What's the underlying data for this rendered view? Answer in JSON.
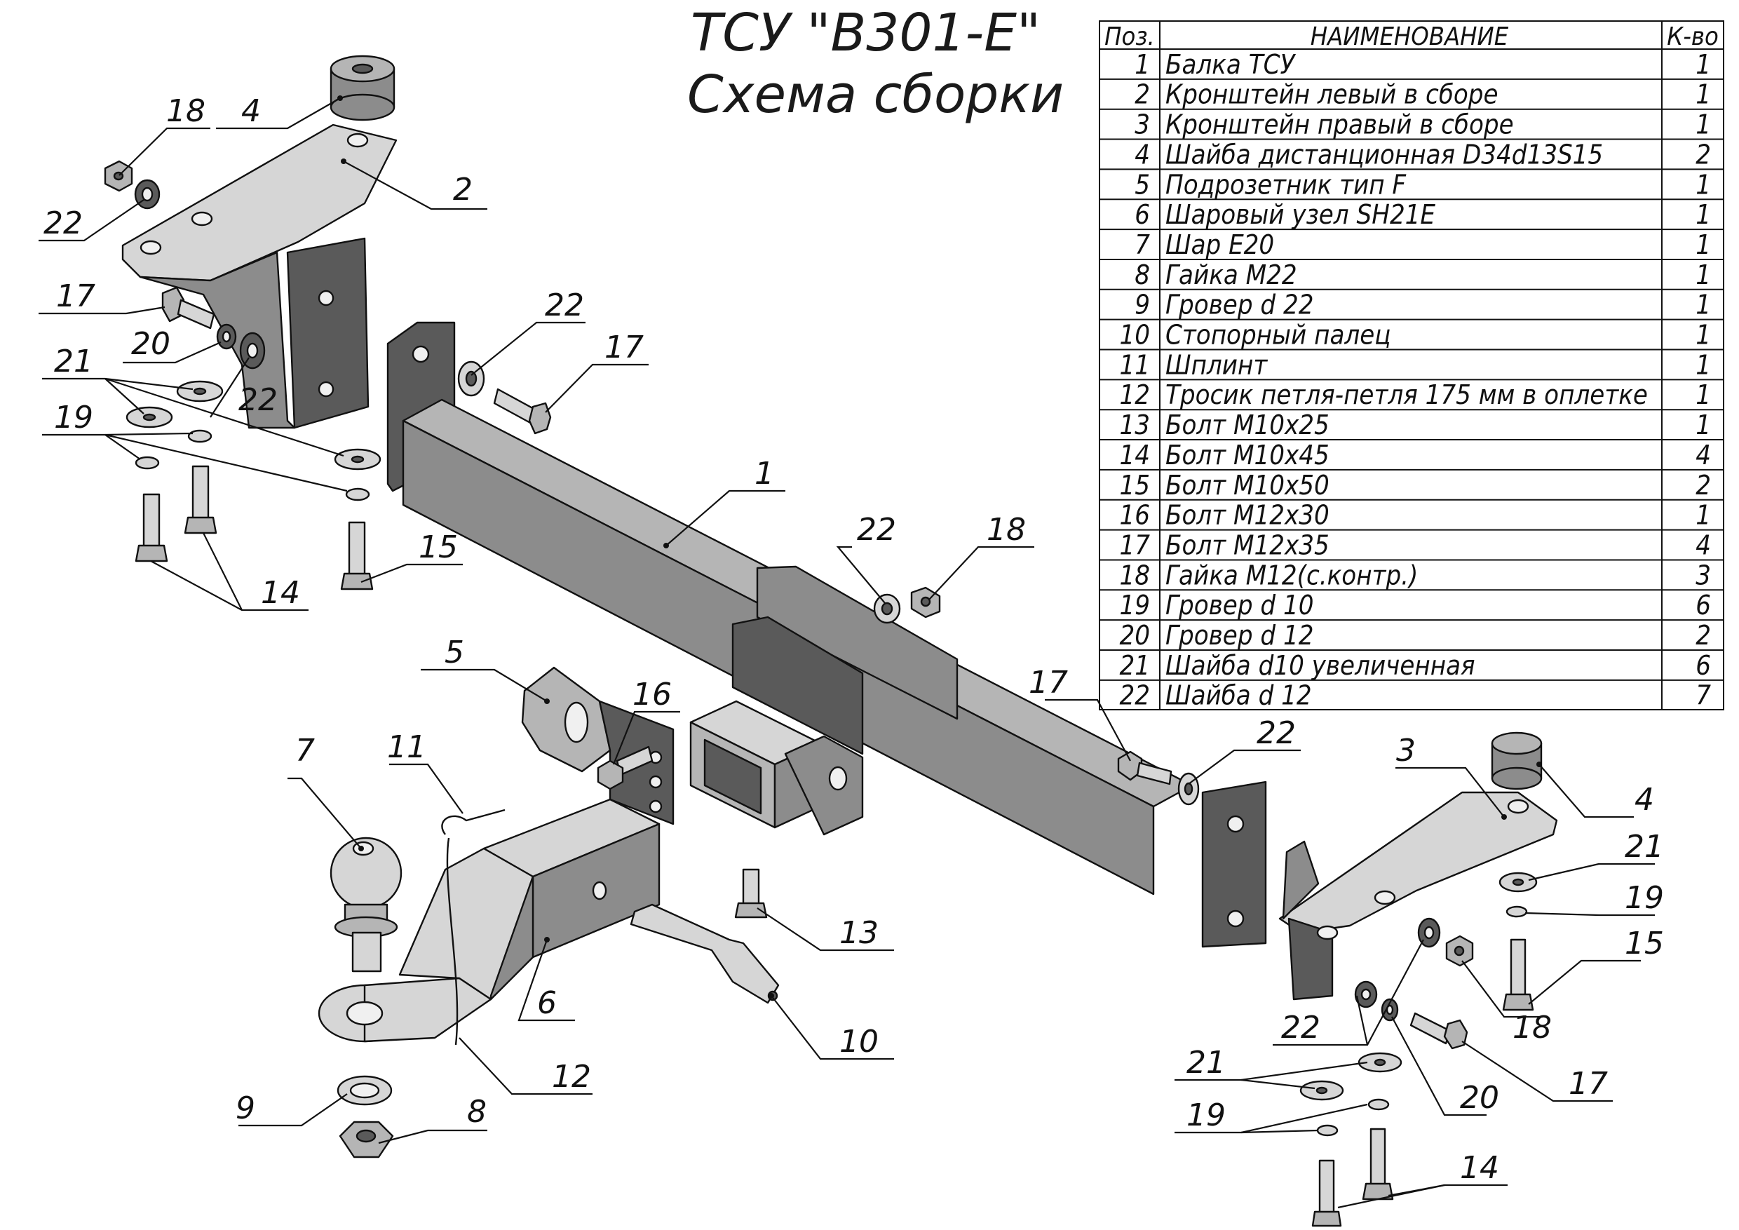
{
  "title": {
    "line1": "ТСУ \"B301-E\"",
    "line2": "Схема сборки"
  },
  "table": {
    "headers": {
      "pos": "Поз.",
      "name": "НАИМЕНОВАНИЕ",
      "qty": "К-во"
    },
    "rows": [
      {
        "pos": "1",
        "name": "Балка ТСУ",
        "qty": "1"
      },
      {
        "pos": "2",
        "name": "Кронштейн левый в сборе",
        "qty": "1"
      },
      {
        "pos": "3",
        "name": "Кронштейн правый в сборе",
        "qty": "1"
      },
      {
        "pos": "4",
        "name": "Шайба дистанционная D34d13S15",
        "qty": "2"
      },
      {
        "pos": "5",
        "name": "Подрозетник тип F",
        "qty": "1"
      },
      {
        "pos": "6",
        "name": "Шаровый узел SH21E",
        "qty": "1"
      },
      {
        "pos": "7",
        "name": "Шар E20",
        "qty": "1"
      },
      {
        "pos": "8",
        "name": "Гайка М22",
        "qty": "1"
      },
      {
        "pos": "9",
        "name": "Гровер d 22",
        "qty": "1"
      },
      {
        "pos": "10",
        "name": "Стопорный палец",
        "qty": "1"
      },
      {
        "pos": "11",
        "name": "Шплинт",
        "qty": "1"
      },
      {
        "pos": "12",
        "name": "Тросик петля-петля 175 мм в оплетке",
        "qty": "1"
      },
      {
        "pos": "13",
        "name": "Болт М10х25",
        "qty": "1"
      },
      {
        "pos": "14",
        "name": "Болт М10х45",
        "qty": "4"
      },
      {
        "pos": "15",
        "name": "Болт М10х50",
        "qty": "2"
      },
      {
        "pos": "16",
        "name": "Болт М12х30",
        "qty": "1"
      },
      {
        "pos": "17",
        "name": "Болт М12х35",
        "qty": "4"
      },
      {
        "pos": "18",
        "name": "Гайка М12(с.контр.)",
        "qty": "3"
      },
      {
        "pos": "19",
        "name": "Гровер d 10",
        "qty": "6"
      },
      {
        "pos": "20",
        "name": "Гровер d 12",
        "qty": "2"
      },
      {
        "pos": "21",
        "name": "Шайба d10 увеличенная",
        "qty": "6"
      },
      {
        "pos": "22",
        "name": "Шайба d 12",
        "qty": "7"
      }
    ]
  },
  "callouts": {
    "c18_tl": "18",
    "c4_tl": "4",
    "c2": "2",
    "c22_tl": "22",
    "c17_tl": "17",
    "c20_l": "20",
    "c22_l2": "22",
    "c21_l": "21",
    "c19_l": "19",
    "c14_l": "14",
    "c15_l": "15",
    "c22_top": "22",
    "c17_top": "17",
    "c1": "1",
    "c22_mid": "22",
    "c18_mid": "18",
    "c5": "5",
    "c16": "16",
    "c7": "7",
    "c11": "11",
    "c6": "6",
    "c12": "12",
    "c13": "13",
    "c10": "10",
    "c9": "9",
    "c8": "8",
    "c17_r": "17",
    "c22_r": "22",
    "c3": "3",
    "c4_r": "4",
    "c21_r": "21",
    "c19_r": "19",
    "c15_r": "15",
    "c18_r": "18",
    "c22_rb": "22",
    "c20_rb": "20",
    "c17_rb": "17",
    "c21_rb": "21",
    "c19_rb": "19",
    "c14_rb": "14"
  }
}
